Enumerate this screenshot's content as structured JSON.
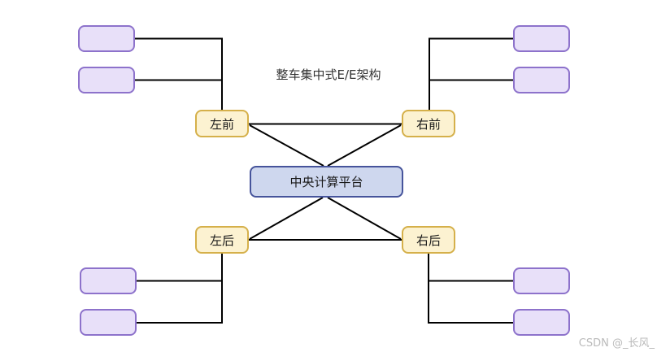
{
  "title": "整车集中式E/E架构",
  "watermark": "CSDN @_长风_",
  "central": {
    "label": "中央计算平台"
  },
  "zones": [
    {
      "id": "front-left",
      "label": "左前",
      "ecu_count": 2
    },
    {
      "id": "front-right",
      "label": "右前",
      "ecu_count": 2
    },
    {
      "id": "rear-left",
      "label": "左后",
      "ecu_count": 2
    },
    {
      "id": "rear-right",
      "label": "右后",
      "ecu_count": 2
    }
  ],
  "connections": [
    {
      "from": "中央计算平台",
      "to": "左前"
    },
    {
      "from": "中央计算平台",
      "to": "右前"
    },
    {
      "from": "中央计算平台",
      "to": "左后"
    },
    {
      "from": "中央计算平台",
      "to": "右后"
    },
    {
      "from": "左前",
      "to": "右前"
    },
    {
      "from": "左后",
      "to": "右后"
    }
  ],
  "colors": {
    "line_color": "#000000",
    "purple_fill": "#e8e0f9",
    "purple_border": "#8d72cb",
    "yellow_fill": "#fcf2d1",
    "yellow_border": "#d5b04a",
    "blue_fill": "#ced7ee",
    "blue_border": "#46549b",
    "title_color": "#333333",
    "watermark_color": "#bababa"
  }
}
